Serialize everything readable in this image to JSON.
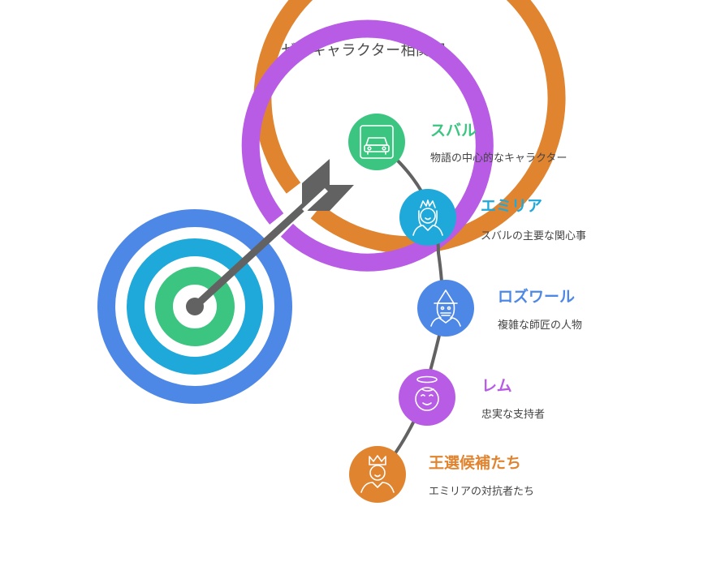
{
  "title": "リゼロキャラクター相関図",
  "colors": {
    "orange": "#E08430",
    "purple": "#B85CE6",
    "blue": "#4E88E6",
    "cyan": "#1FA9DA",
    "green": "#3BC580",
    "arrow": "#626262"
  },
  "characters": [
    {
      "name": "スバル",
      "description": "物語の中心的なキャラクター",
      "icon": "car-icon",
      "color": "#3BC580"
    },
    {
      "name": "エミリア",
      "description": "スバルの主要な関心事",
      "icon": "princess-icon",
      "color": "#1FA9DA"
    },
    {
      "name": "ロズワール",
      "description": "複雑な師匠の人物",
      "icon": "wizard-icon",
      "color": "#4E88E6"
    },
    {
      "name": "レム",
      "description": "忠実な支持者",
      "icon": "angel-icon",
      "color": "#B85CE6"
    },
    {
      "name": "王選候補たち",
      "description": "エミリアの対抗者たち",
      "icon": "king-icon",
      "color": "#E08430"
    }
  ]
}
